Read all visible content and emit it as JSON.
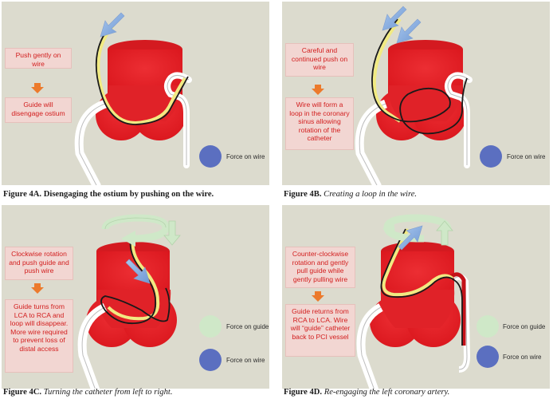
{
  "panels": {
    "a": {
      "box1": "Push gently on wire",
      "box2": "Guide will disengage ostium",
      "legend_wire": "Force on wire",
      "caption_label": "Figure 4A.",
      "caption_text": "Disengaging the ostium by pushing on the wire."
    },
    "b": {
      "box1": "Careful and continued push on wire",
      "box2": "Wire will form a loop in the coronary sinus allowing rotation of the catheter",
      "legend_wire": "Force on wire",
      "caption_label": "Figure 4B.",
      "caption_text": "Creating a loop in the wire."
    },
    "c": {
      "box1": "Clockwise rotation and push guide and push wire",
      "box2": "Guide turns from LCA to RCA and loop will disappear. More wire required to prevent loss of distal access",
      "legend_guide": "Force on guide",
      "legend_wire": "Force on wire",
      "caption_label": "Figure 4C.",
      "caption_text": "Turning the catheter from left to right."
    },
    "d": {
      "box1": "Counter-clockwise rotation and gently pull guide while gently pulling wire",
      "box2": "Guide returns from RCA to LCA. Wire will “guide” catheter back to PCI vessel",
      "legend_guide": "Force on guide",
      "legend_wire": "Force on wire",
      "caption_label": "Figure 4D.",
      "caption_text": "Re-engaging the left coronary artery."
    }
  },
  "colors": {
    "panel_bg": "#dcdbce",
    "heart": "#e8272d",
    "box_bg": "#f2d6d2",
    "box_text": "#d21e1e",
    "arrow_orange": "#ec7a2c",
    "wire_force": "#5b6fc0",
    "guide_force": "#cfe8c8",
    "push_arrow": "#7fa7db"
  }
}
